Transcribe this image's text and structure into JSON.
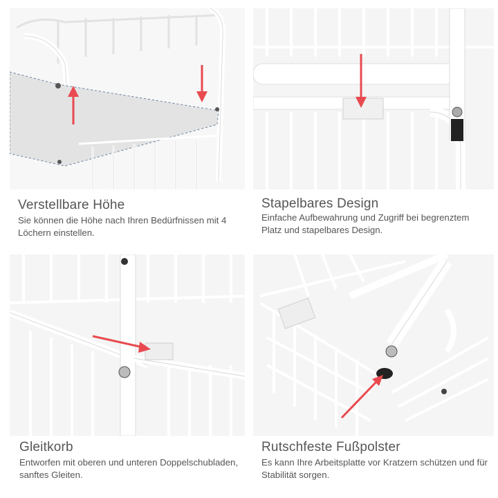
{
  "panels": [
    {
      "title": "Verstellbare Höhe",
      "description": "Sie können die Höhe nach Ihren Bedürfnissen mit 4 Löchern einstellen.",
      "icon": "height-adjust-arrow-icon"
    },
    {
      "title": "Stapelbares Design",
      "description": "Einfache Aufbewahrung und Zugriff bei begrenztem Platz und stapelbares Design.",
      "icon": "stack-arrow-icon"
    },
    {
      "title": "Gleitkorb",
      "description": "Entworfen mit oberen und unteren Doppelschubladen, sanftes Gleiten.",
      "icon": "slide-arrow-icon"
    },
    {
      "title": "Rutschfeste Fußpolster",
      "description": "Es kann Ihre Arbeitsplatte vor Kratzern schützen und für Stabilität sorgen.",
      "icon": "pad-arrow-icon"
    }
  ],
  "colors": {
    "accent_arrow": "#e84a4f",
    "text": "#555555",
    "wire": "#ffffff",
    "shadow": "#d9d9d9"
  }
}
